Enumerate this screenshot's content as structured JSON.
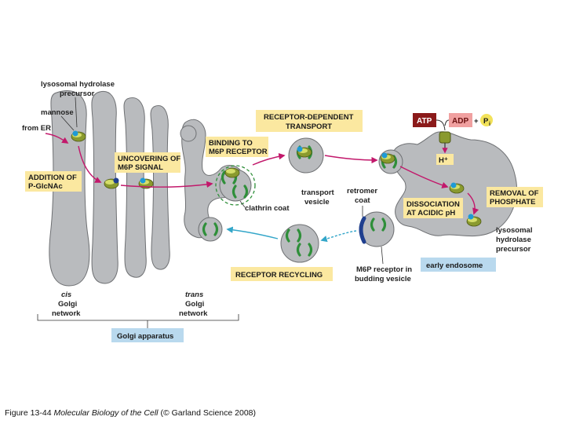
{
  "labels": {
    "hydrolase_precursor_top": [
      "lysosomal hydrolase",
      "precursor"
    ],
    "mannose": "mannose",
    "from_er": "from ER",
    "addition": [
      "ADDITION OF",
      "P-GlcNAc"
    ],
    "uncovering": [
      "UNCOVERING OF",
      "M6P SIGNAL"
    ],
    "binding": [
      "BINDING TO",
      "M6P RECEPTOR"
    ],
    "receptor_dependent": [
      "RECEPTOR-DEPENDENT",
      "TRANSPORT"
    ],
    "clathrin_coat": "clathrin coat",
    "transport_vesicle": [
      "transport",
      "vesicle"
    ],
    "retromer_coat": [
      "retromer",
      "coat"
    ],
    "atp": "ATP",
    "adp": "ADP",
    "plus": "+",
    "pi_main": "P",
    "pi_sub": "i",
    "h_plus": "H⁺",
    "dissociation": [
      "DISSOCIATION",
      "AT ACIDIC pH"
    ],
    "removal": [
      "REMOVAL OF",
      "PHOSPHATE"
    ],
    "hydrolase_precursor_right": [
      "lysosomal",
      "hydrolase",
      "precursor"
    ],
    "early_endosome": "early endosome",
    "m6p_receptor_budding": [
      "M6P receptor in",
      "budding vesicle"
    ],
    "receptor_recycling": "RECEPTOR RECYCLING",
    "cis_golgi": [
      "cis",
      "Golgi",
      "network"
    ],
    "trans_golgi": [
      "trans",
      "Golgi",
      "network"
    ],
    "golgi_apparatus": "Golgi apparatus"
  },
  "caption": {
    "prefix": "Figure 13-44  ",
    "title": "Molecular Biology of the Cell",
    "suffix": " (© Garland Science 2008)"
  },
  "colors": {
    "membrane_fill": "#b9bbbe",
    "membrane_stroke": "#6e7073",
    "label_box": "#fbe8a0",
    "blue_box": "#b9d9ee",
    "atp_box": "#8b1a1a",
    "adp_box": "#f0a0a0",
    "pi_circle": "#f2e25a",
    "arrow_magenta": "#c2186b",
    "arrow_cyan": "#33a6c9",
    "receptor_green": "#2f8f3a",
    "enzyme_olive": "#7a8a2a",
    "phosphate_blue": "#1e9ad6",
    "dark_blue": "#1f3f8f"
  }
}
